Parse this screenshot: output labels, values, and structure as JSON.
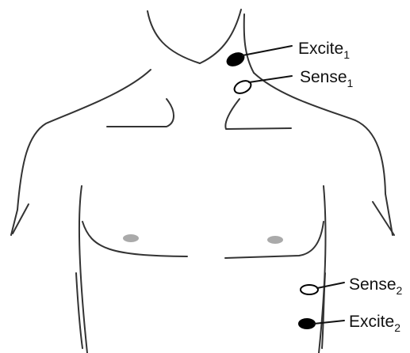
{
  "labels": {
    "excite_1": {
      "text": "Excite",
      "subscript": "1"
    },
    "sense_1": {
      "text": "Sense",
      "subscript": "1"
    },
    "sense_2": {
      "text": "Sense",
      "subscript": "2"
    },
    "excite_2": {
      "text": "Excite",
      "subscript": "2"
    }
  },
  "colors": {
    "outline": "#333333",
    "excite_electrode": "#000000",
    "sense_electrode": "#ffffff",
    "nipple": "#aaaaaa",
    "text": "#111111"
  }
}
